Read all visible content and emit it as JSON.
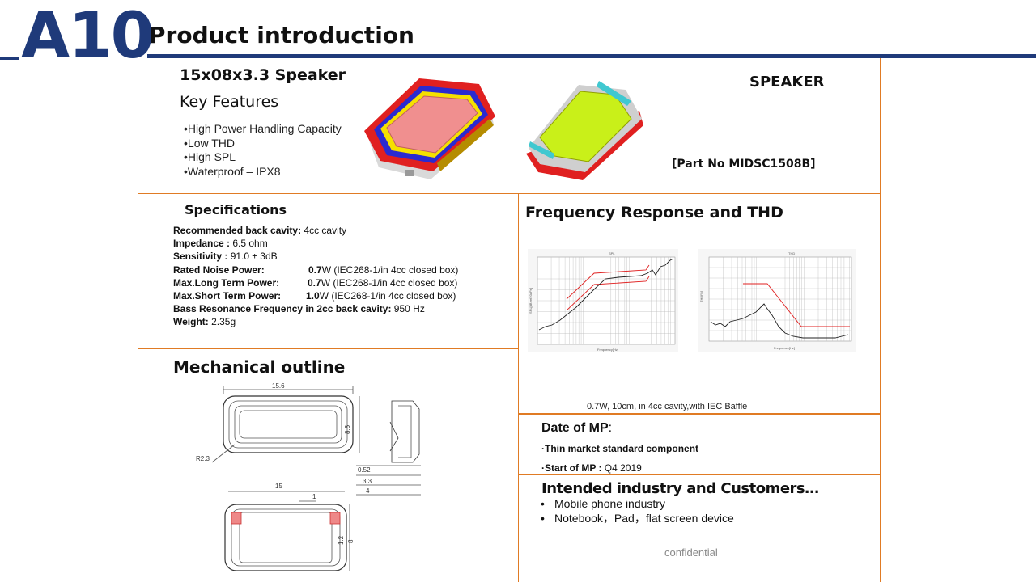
{
  "header": {
    "logo": "A10",
    "title": "Product introduction"
  },
  "product": {
    "name": "15x08x3.3 Speaker",
    "key_features_heading": "Key Features",
    "features": [
      "High Power Handling Capacity",
      "Low THD",
      "High SPL",
      "Waterproof – IPX8"
    ],
    "type_label": "SPEAKER",
    "part_number": "[Part No MIDSC1508B]"
  },
  "specifications": {
    "heading": "Specifications",
    "rows": [
      {
        "label": "Recommended back cavity:",
        "value": " 4cc cavity"
      },
      {
        "label": "Impedance :",
        "value": " 6.5 ohm"
      },
      {
        "label": " Sensitivity :",
        "value": " 91.0 ± 3dB"
      },
      {
        "label": "Rated Noise Power:",
        "value": "0.7",
        "suffix": "W (IEC268-1/in  4cc closed box)"
      },
      {
        "label": "Max.Long Term Power:",
        "value": "0.7",
        "suffix": "W (IEC268-1/in  4cc closed box)"
      },
      {
        "label": "Max.Short Term Power:",
        "value": "1.0",
        "suffix": "W (IEC268-1/in  4cc closed box)"
      },
      {
        "label": " Bass  Resonance Frequency in 2cc back cavity:",
        "value": " 950 Hz"
      },
      {
        "label": "Weight:",
        "value": " 2.35g"
      }
    ]
  },
  "mechanical": {
    "heading": "Mechanical outline",
    "dims": [
      "15.6",
      "8.6",
      "R2.3",
      "0.52",
      "3.3",
      "4",
      "15",
      "1",
      "1.2",
      "8"
    ]
  },
  "frequency": {
    "heading": "Frequency Response and THD",
    "spl_title": "SPL",
    "thd_title": "THD",
    "x_axis": "Frequency[Hz]",
    "spl_y_axis": "SPL[dB ref20uPa]",
    "thd_y_axis": "THD[%]",
    "note": "0.7W, 10cm, in 4cc cavity,with IEC Baffle"
  },
  "date_of_mp": {
    "heading": "Date of MP",
    "colon": ":",
    "line1": "·Thin market standard component",
    "line2_label": "·Start of MP :",
    "line2_value": " Q4 2019"
  },
  "industry": {
    "heading": "Intended industry and Customers…",
    "items": [
      "Mobile phone industry",
      "Notebook，Pad，flat screen device"
    ]
  },
  "footer": {
    "confidential": "confidential"
  },
  "colors": {
    "brand_blue": "#1f3a7a",
    "divider_orange": "#e07b24",
    "limit_red": "#e02020"
  }
}
